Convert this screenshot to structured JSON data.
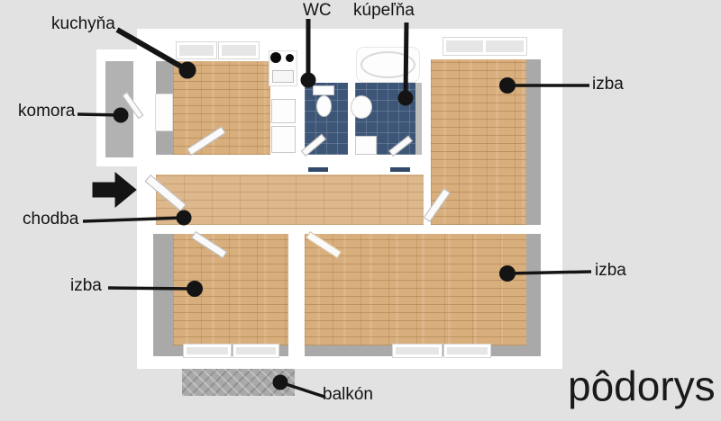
{
  "title": {
    "text": "pôdorys"
  },
  "rooms": {
    "kitchen": {
      "label": "kuchyňa"
    },
    "wc": {
      "label": "WC"
    },
    "bathroom": {
      "label": "kúpeľňa"
    },
    "pantry": {
      "label": "komora"
    },
    "hallway": {
      "label": "chodba"
    },
    "room_top_right": {
      "label": "izba"
    },
    "room_bottom_left": {
      "label": "izba"
    },
    "room_bottom_right": {
      "label": "izba"
    },
    "balcony": {
      "label": "balkón"
    }
  },
  "colors": {
    "background": "#e2e2e2",
    "wall_white": "#ffffff",
    "wall_shadow_gray": "#a9a9a9",
    "parquet_tan": "#d9ae7d",
    "bathroom_tile_blue": "#3d5677",
    "balcony_gray": "#a9a9a9",
    "label_text": "#141414"
  }
}
